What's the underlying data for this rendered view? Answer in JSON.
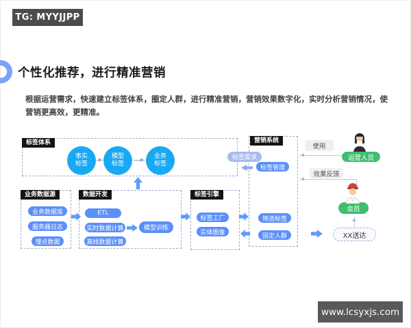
{
  "watermarks": {
    "top_left": "TG: MYYJJPP",
    "bottom_right": "www.lcsyxjs.com"
  },
  "header": {
    "title": "个性化推荐，进行精准营销",
    "description": "根据运营需求，快速建立标签体系，圈定人群，进行精准营销，营销效果数字化，实时分析营销情况，使营销更高效，更精准。"
  },
  "diagram": {
    "tag_system": {
      "label": "标签体系",
      "circles": [
        "事实标签",
        "模型标签",
        "业务标签"
      ]
    },
    "biz_source": {
      "label": "业务数据源",
      "items": [
        "业务数据库",
        "服务器日志",
        "埋点数据"
      ]
    },
    "data_dev": {
      "label": "数据开发",
      "items": [
        "ETL",
        "实时数据计算",
        "模型训练",
        "离线数据计算"
      ]
    },
    "tag_engine": {
      "label": "标签引擎",
      "items": [
        "标签工厂",
        "实体图像"
      ]
    },
    "marketing": {
      "label": "营销系统",
      "items": [
        "标签管理",
        "筛选标签",
        "固定人群"
      ]
    },
    "tag_demand": "标签需求",
    "use": "使用",
    "feedback": "效果反馈",
    "delivery": "XX送达",
    "operator": "运营人员",
    "member": "会员"
  },
  "colors": {
    "pill_blue": "#5b8ff9",
    "circle_blue": "#1ba8f3",
    "demand_blue": "#a9bbee",
    "arrow_blue": "#5e9cf7",
    "green": "#3ebe6f",
    "label_black": "#141414"
  }
}
